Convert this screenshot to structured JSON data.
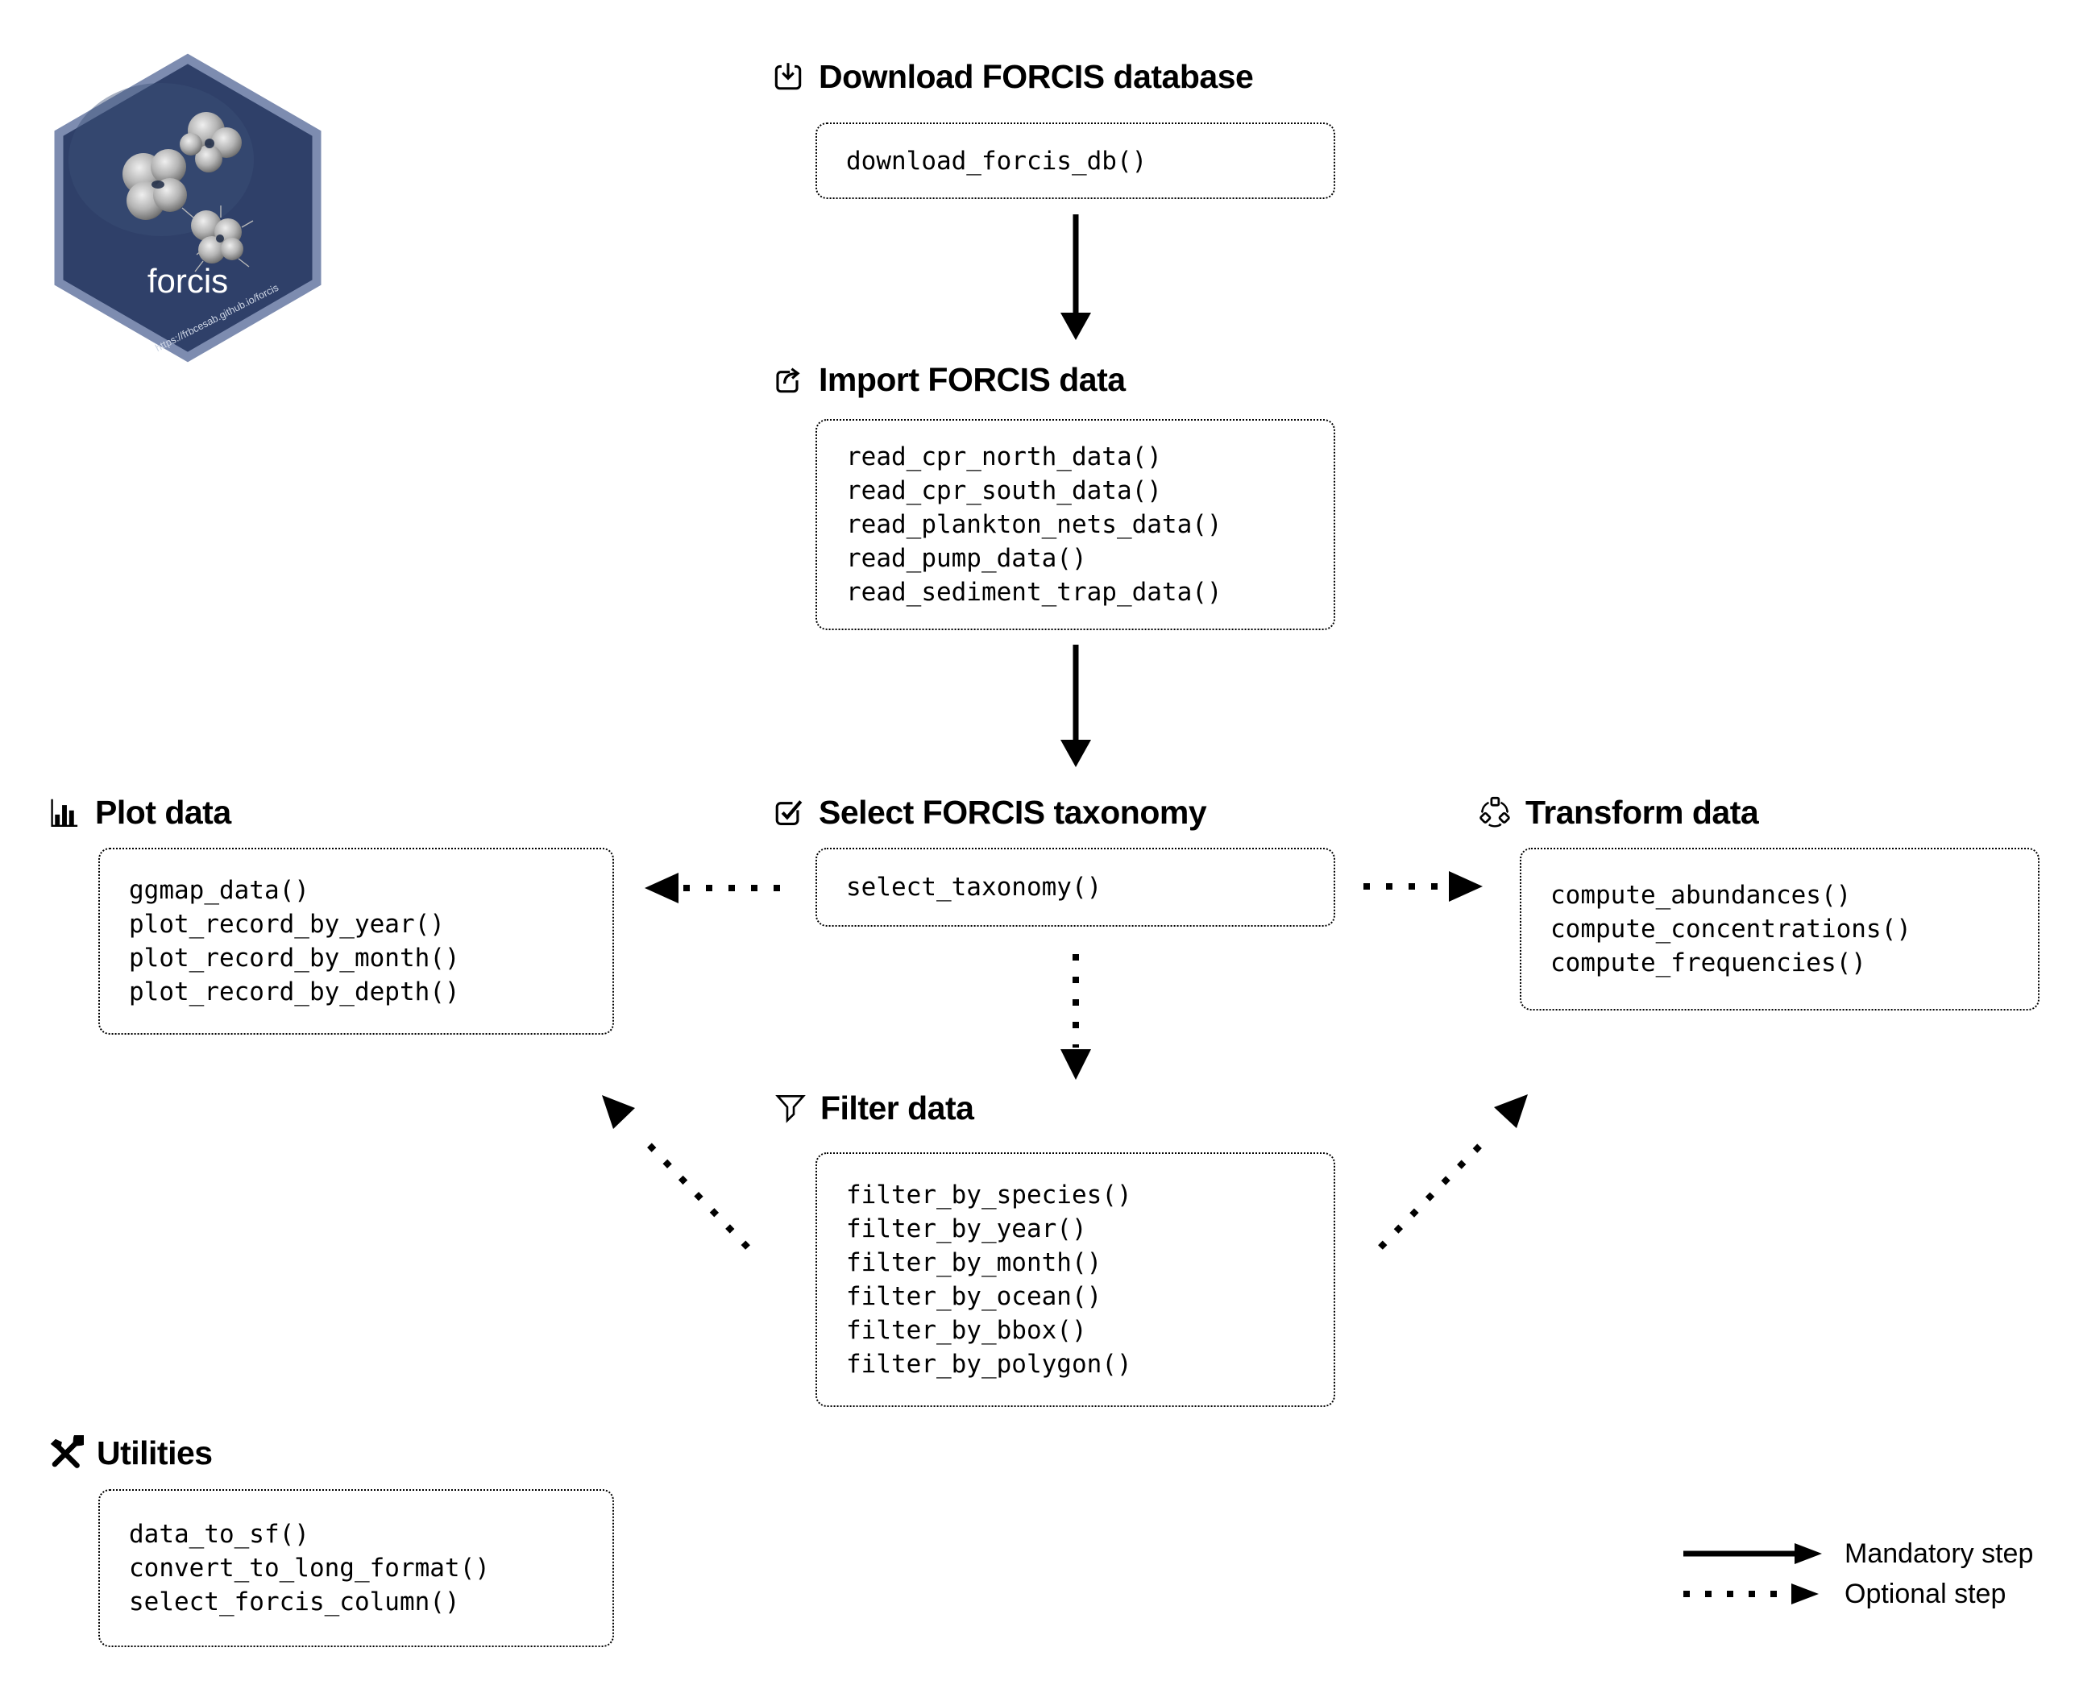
{
  "logo": {
    "name": "forcis",
    "url_text": "https://frbcesab.github.io/forcis"
  },
  "steps": {
    "download": {
      "title": "Download FORCIS database",
      "icon": "download-icon",
      "functions": [
        "download_forcis_db()"
      ]
    },
    "import": {
      "title": "Import FORCIS data",
      "icon": "import-icon",
      "functions": [
        "read_cpr_north_data()",
        "read_cpr_south_data()",
        "read_plankton_nets_data()",
        "read_pump_data()",
        "read_sediment_trap_data()"
      ]
    },
    "taxonomy": {
      "title": "Select FORCIS taxonomy",
      "icon": "check-square-icon",
      "functions": [
        "select_taxonomy()"
      ]
    },
    "filter": {
      "title": "Filter data",
      "icon": "funnel-icon",
      "functions": [
        "filter_by_species()",
        "filter_by_year()",
        "filter_by_month()",
        "filter_by_ocean()",
        "filter_by_bbox()",
        "filter_by_polygon()"
      ]
    },
    "plot": {
      "title": "Plot data",
      "icon": "bar-chart-icon",
      "functions": [
        "ggmap_data()",
        "plot_record_by_year()",
        "plot_record_by_month()",
        "plot_record_by_depth()"
      ]
    },
    "transform": {
      "title": "Transform data",
      "icon": "transform-cycle-icon",
      "functions": [
        "compute_abundances()",
        "compute_concentrations()",
        "compute_frequencies()"
      ]
    },
    "utilities": {
      "title": "Utilities",
      "icon": "tools-icon",
      "functions": [
        "data_to_sf()",
        "convert_to_long_format()",
        "select_forcis_column()"
      ]
    }
  },
  "legend": {
    "mandatory": "Mandatory step",
    "optional": "Optional step"
  },
  "colors": {
    "background": "#ffffff",
    "diagram": "#000000",
    "hex_fill": "#2f4069",
    "hex_border": "#7d8cb0",
    "logo_text": "#ffffff"
  }
}
